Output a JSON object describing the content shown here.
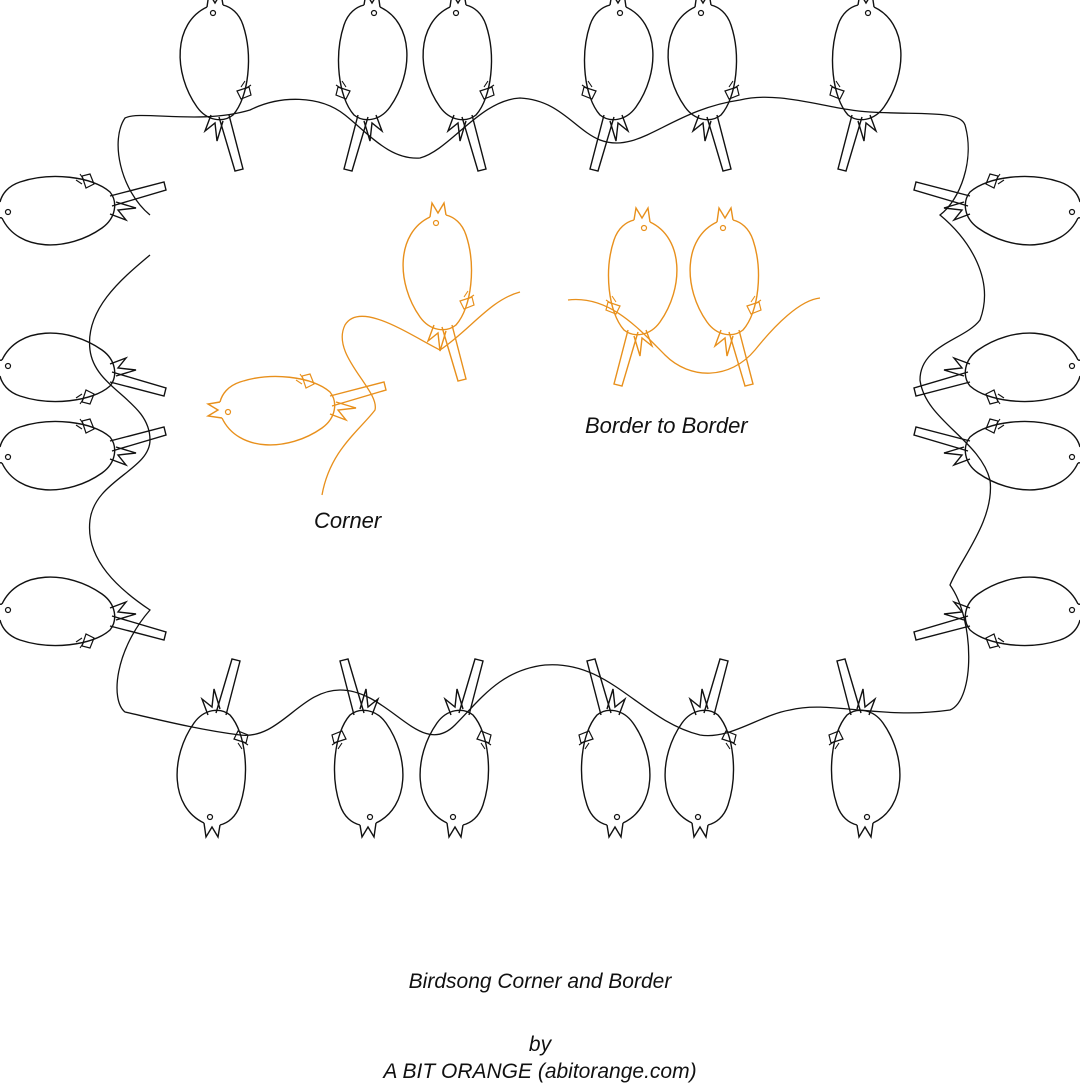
{
  "labels": {
    "corner": "Corner",
    "border_to_border": "Border to Border"
  },
  "caption": {
    "title": "Birdsong Corner and Border",
    "by": "by",
    "author": "A BIT ORANGE (abitorange.com)"
  },
  "colors": {
    "outline": "#111111",
    "highlight": "#e8901c",
    "background": "#ffffff"
  },
  "icons": {
    "bird": "bird-outline-icon"
  }
}
